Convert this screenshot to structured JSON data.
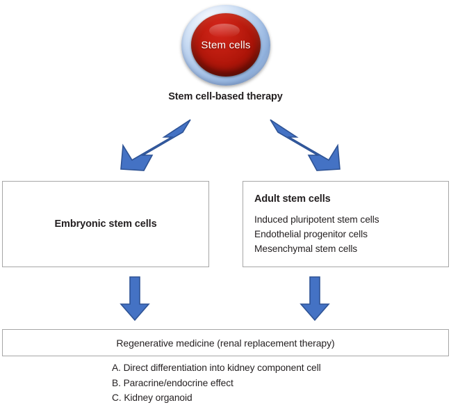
{
  "diagram": {
    "title": "Stem cell-based therapy",
    "sphere": {
      "label": "Stem cells",
      "outer_color": "#a9c4e8",
      "inner_color": "#c41f12"
    },
    "arrow_color": "#4472c4",
    "arrow_border_color": "#2e5395",
    "box_border_color": "#a6a6a6",
    "arrows": [
      {
        "name": "arrow-to-embryonic",
        "direction": "down-left"
      },
      {
        "name": "arrow-to-adult",
        "direction": "down-right"
      },
      {
        "name": "arrow-embryonic-to-regenerative",
        "direction": "down"
      },
      {
        "name": "arrow-adult-to-regenerative",
        "direction": "down"
      }
    ],
    "branches": {
      "embryonic": {
        "title": "Embryonic stem cells"
      },
      "adult": {
        "title": "Adult stem cells",
        "items": [
          "Induced pluripotent stem cells",
          "Endothelial progenitor cells",
          "Mesenchymal stem cells"
        ]
      }
    },
    "outcome": {
      "title": "Regenerative medicine (renal replacement therapy)",
      "items": [
        "A. Direct differentiation into kidney component cell",
        "B. Paracrine/endocrine effect",
        "C. Kidney organoid"
      ]
    }
  }
}
